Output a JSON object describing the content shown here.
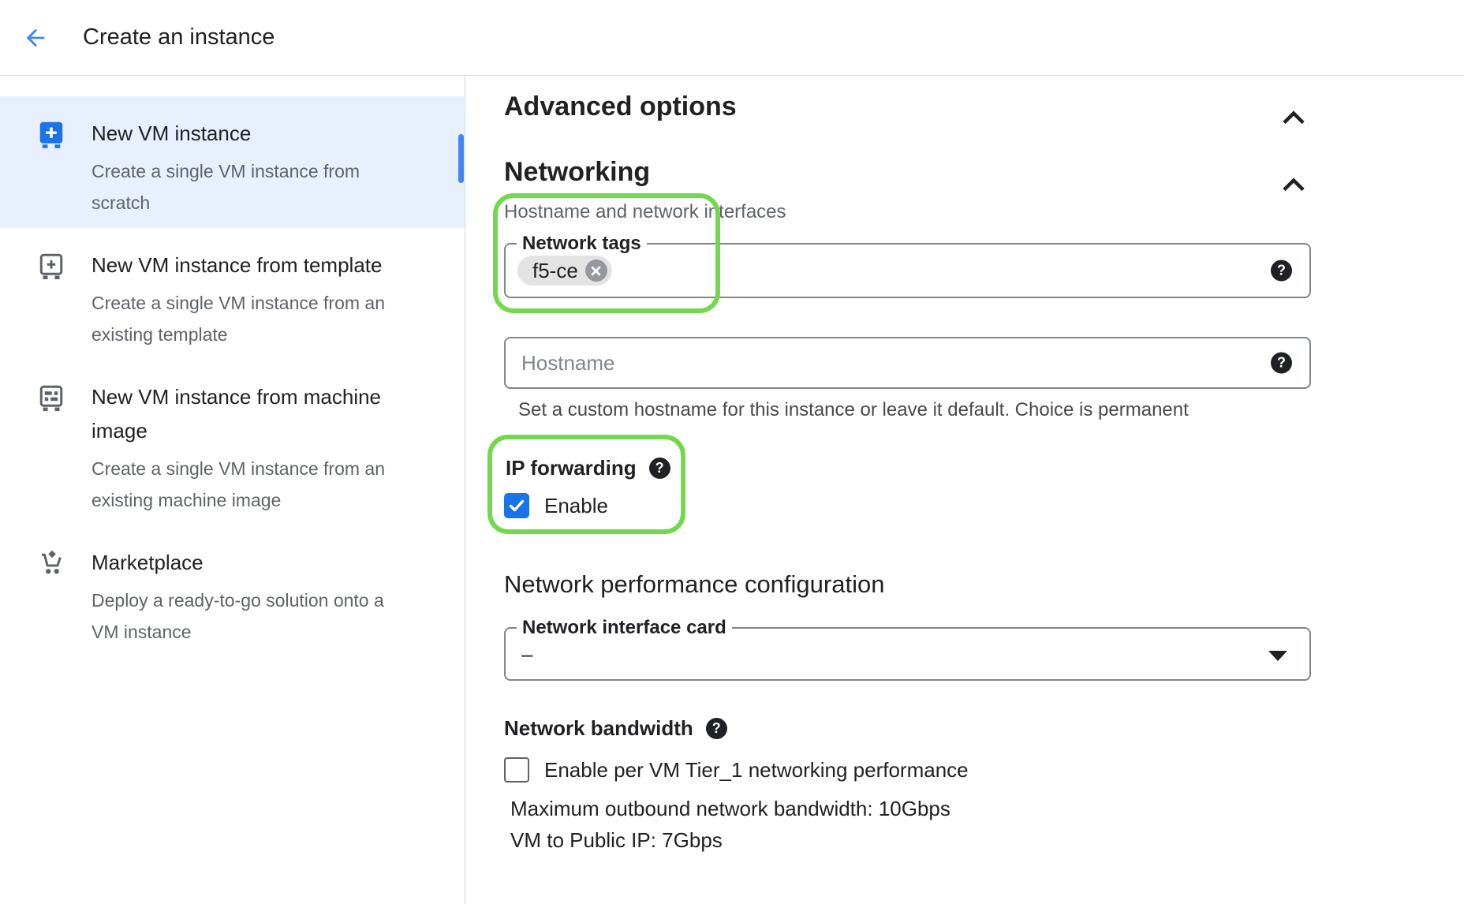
{
  "colors": {
    "accent_blue": "#1a73e8",
    "annotation_green": "#72d94c",
    "selected_item_bg": "#e8f0fe",
    "scrollbar_blue": "#4285f4"
  },
  "header": {
    "title": "Create an instance"
  },
  "sidebar": {
    "items": [
      {
        "title": "New VM instance",
        "description": "Create a single VM instance from scratch",
        "icon": "vm-create-icon",
        "selected": true
      },
      {
        "title": "New VM instance from template",
        "description": "Create a single VM instance from an existing template",
        "icon": "vm-template-icon",
        "selected": false
      },
      {
        "title": "New VM instance from machine image",
        "description": "Create a single VM instance from an existing machine image",
        "icon": "machine-image-icon",
        "selected": false
      },
      {
        "title": "Marketplace",
        "description": "Deploy a ready-to-go solution onto a VM instance",
        "icon": "marketplace-cart-icon",
        "selected": false
      }
    ]
  },
  "main": {
    "advanced_options_title": "Advanced options",
    "networking": {
      "title": "Networking",
      "subtitle": "Hostname and network interfaces",
      "network_tags": {
        "label": "Network tags",
        "chip": "f5-ce"
      },
      "hostname": {
        "placeholder": "Hostname",
        "helper_text": "Set a custom hostname for this instance or leave it default. Choice is permanent"
      },
      "ip_forwarding": {
        "label": "IP forwarding",
        "enable_label": "Enable",
        "enabled": true
      }
    },
    "network_performance": {
      "title": "Network performance configuration",
      "interface_card": {
        "label": "Network interface card",
        "value": "–"
      },
      "bandwidth": {
        "label": "Network bandwidth",
        "tier1_label": "Enable per VM Tier_1 networking performance",
        "tier1_checked": false,
        "max_outbound": "Maximum outbound network bandwidth: 10Gbps",
        "vm_to_public_ip": "VM to Public IP: 7Gbps"
      }
    }
  }
}
